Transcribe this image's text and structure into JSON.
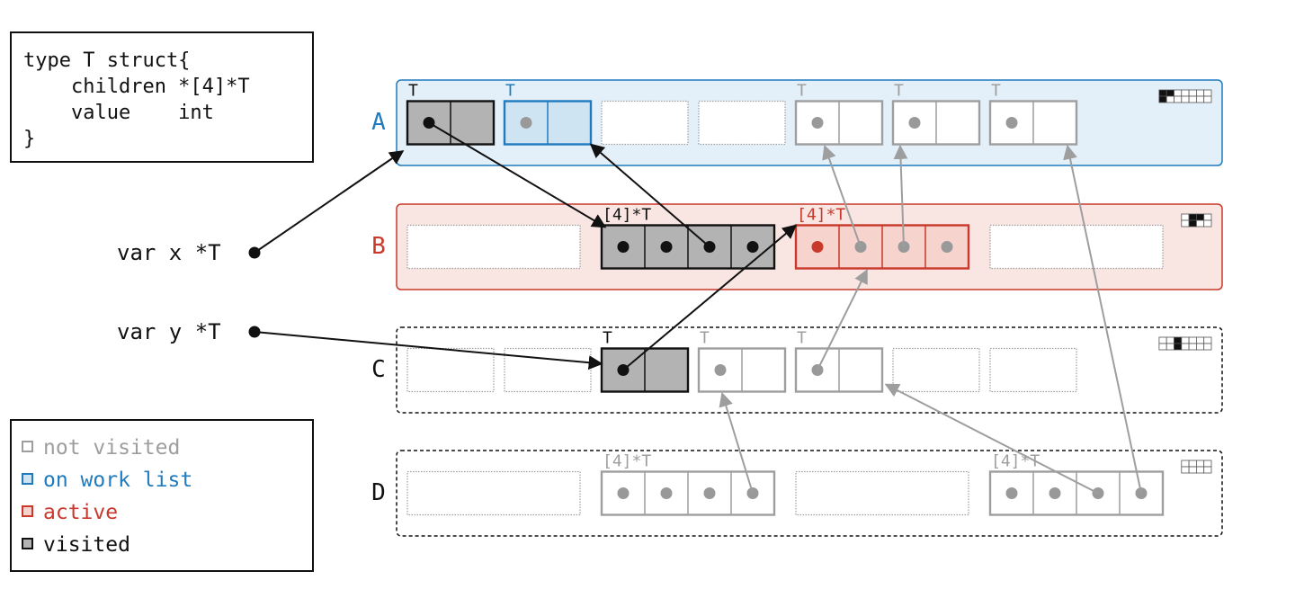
{
  "code": {
    "lines": [
      "type T struct{",
      "    children *[4]*T",
      "    value    int",
      "}"
    ]
  },
  "variables": [
    {
      "label": "var x *T"
    },
    {
      "label": "var y *T"
    }
  ],
  "legend": {
    "items": [
      {
        "label": "not visited",
        "color": "#9e9e9e",
        "fill": "#ffffff"
      },
      {
        "label": "on work list",
        "color": "#1f7bbd",
        "fill": "#cfe4f3"
      },
      {
        "label": "active",
        "color": "#c8392b",
        "fill": "#f6d3cd"
      },
      {
        "label": "visited",
        "color": "#111111",
        "fill": "#b3b3b3"
      }
    ]
  },
  "colors": {
    "gray": "#9e9e9e",
    "gray_dot": "#999999",
    "blue": "#1f7bbd",
    "blue_bg": "#e3f0fa",
    "red": "#c8392b",
    "red_bg": "#f9e5e2",
    "black": "#111111",
    "visited_fill": "#b3b3b3",
    "onlist_fill": "#cfe4f3",
    "active_fill": "#f6d3cd"
  },
  "spans": [
    {
      "label": "A",
      "style": "blue",
      "slot_cells": 2,
      "slots": [
        {
          "state": "visited",
          "type_label": "T",
          "dots": [
            true,
            false
          ]
        },
        {
          "state": "onlist",
          "type_label": "T",
          "dots": [
            true,
            false
          ]
        },
        {
          "state": "empty"
        },
        {
          "state": "empty"
        },
        {
          "state": "unvisited",
          "type_label": "T",
          "dots": [
            true,
            false
          ]
        },
        {
          "state": "unvisited",
          "type_label": "T",
          "dots": [
            true,
            false
          ]
        },
        {
          "state": "unvisited",
          "type_label": "T",
          "dots": [
            true,
            false
          ]
        }
      ],
      "bitmap": [
        [
          1,
          1,
          0,
          0,
          0,
          0,
          0
        ],
        [
          1,
          0,
          0,
          0,
          0,
          0,
          0
        ]
      ]
    },
    {
      "label": "B",
      "style": "red",
      "slot_cells": 4,
      "slots": [
        {
          "state": "empty"
        },
        {
          "state": "visited",
          "type_label": "[4]*T",
          "dots": [
            true,
            true,
            true,
            true
          ]
        },
        {
          "state": "active",
          "type_label": "[4]*T",
          "dots": [
            true,
            true,
            true,
            true
          ]
        },
        {
          "state": "empty"
        }
      ],
      "bitmap": [
        [
          0,
          1,
          1,
          0
        ],
        [
          0,
          1,
          0,
          0
        ]
      ]
    },
    {
      "label": "C",
      "style": "dashed",
      "slot_cells": 2,
      "slots": [
        {
          "state": "empty"
        },
        {
          "state": "empty"
        },
        {
          "state": "visited",
          "type_label": "T",
          "dots": [
            true,
            false
          ]
        },
        {
          "state": "unvisited",
          "type_label": "T",
          "dots": [
            true,
            false
          ]
        },
        {
          "state": "unvisited",
          "type_label": "T",
          "dots": [
            true,
            false
          ]
        },
        {
          "state": "empty"
        },
        {
          "state": "empty"
        }
      ],
      "bitmap": [
        [
          0,
          0,
          1,
          0,
          0,
          0,
          0
        ],
        [
          0,
          0,
          1,
          0,
          0,
          0,
          0
        ]
      ]
    },
    {
      "label": "D",
      "style": "dashed",
      "slot_cells": 4,
      "slots": [
        {
          "state": "empty"
        },
        {
          "state": "unvisited",
          "type_label": "[4]*T",
          "dots": [
            true,
            true,
            true,
            true
          ]
        },
        {
          "state": "empty"
        },
        {
          "state": "unvisited",
          "type_label": "[4]*T",
          "dots": [
            true,
            true,
            true,
            true
          ]
        }
      ],
      "bitmap": [
        [
          0,
          0,
          0,
          0
        ],
        [
          0,
          0,
          0,
          0
        ]
      ]
    }
  ],
  "pointers": [
    {
      "from": "var:0",
      "to": "A.0",
      "style": "black"
    },
    {
      "from": "A.0.0",
      "to": "B.1",
      "style": "black"
    },
    {
      "from": "B.1.2",
      "to": "A.1",
      "style": "black"
    },
    {
      "from": "var:1",
      "to": "C.2",
      "style": "black"
    },
    {
      "from": "C.2.0",
      "to": "B.2",
      "style": "black"
    },
    {
      "from": "B.2.1",
      "to": "A.4",
      "style": "gray"
    },
    {
      "from": "B.2.2",
      "to": "A.5",
      "style": "gray"
    },
    {
      "from": "C.4.0",
      "to": "B.2.1b",
      "style": "gray"
    },
    {
      "from": "D.1.3",
      "to": "C.3",
      "style": "gray"
    },
    {
      "from": "D.3.2",
      "to": "C.4",
      "style": "gray"
    },
    {
      "from": "D.3.3",
      "to": "A.6",
      "style": "gray"
    }
  ]
}
